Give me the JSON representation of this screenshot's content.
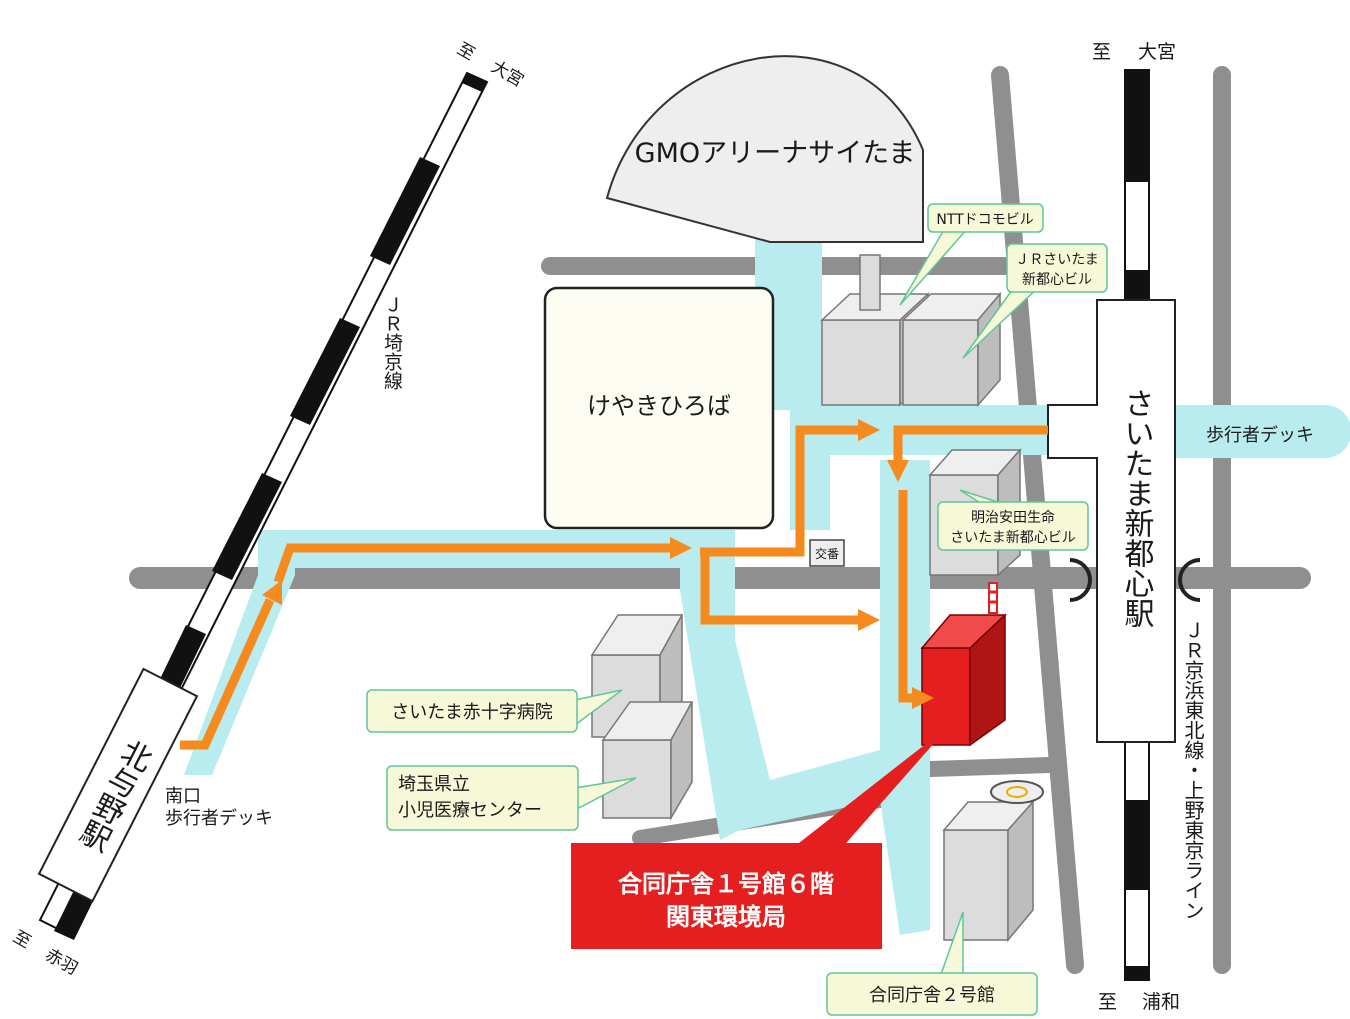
{
  "map": {
    "arena": "GMOアリーナサイたま",
    "keyaki": "けやきひろば",
    "koban": "交番",
    "station_main": "さいたま新都心駅",
    "station_kitayono": "北与野駅",
    "line_saikyo": "ＪＲ埼京線",
    "line_keihin": "ＪＲ京浜東北線・上野東京ライン",
    "deck_east": "歩行者デッキ",
    "deck_south_line1": "南口",
    "deck_south_line2": "歩行者デッキ",
    "dir_saikyo_top_1": "至",
    "dir_saikyo_top_2": "大宮",
    "dir_saikyo_bottom_1": "至",
    "dir_saikyo_bottom_2": "赤羽",
    "dir_keihin_top_1": "至",
    "dir_keihin_top_2": "大宮",
    "dir_keihin_bottom_1": "至",
    "dir_keihin_bottom_2": "浦和",
    "ntt": "NTTドコモビル",
    "jr_building_line1": "ＪＲさいたま",
    "jr_building_line2": "新都心ビル",
    "meiji_line1": "明治安田生命",
    "meiji_line2": "さいたま新都心ビル",
    "hospital": "さいたま赤十字病院",
    "children_line1": "埼玉県立",
    "children_line2": "小児医療センター",
    "godo2": "合同庁舎２号館",
    "target_line1": "合同庁舎１号館６階",
    "target_line2": "関東環境局"
  },
  "colors": {
    "route": "#f58a1f",
    "walkway": "#b9ecee",
    "target": "#e51f1f",
    "road": "#8f8f8f",
    "callout_fill": "#f6f8d8",
    "callout_border": "#5fc69a"
  }
}
